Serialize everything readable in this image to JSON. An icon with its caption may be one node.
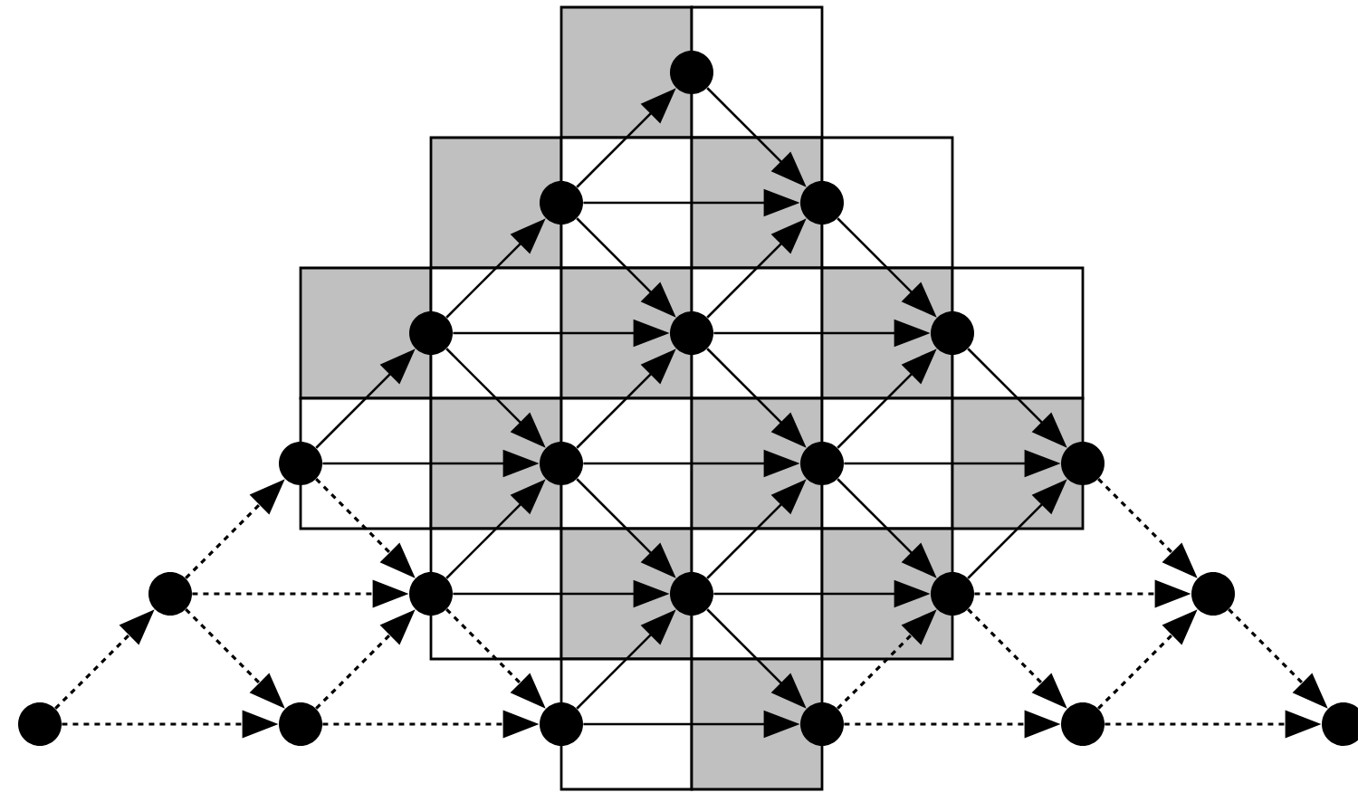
{
  "diagram": {
    "nodes": [
      {
        "text": [],
        "shape": "circle"
      },
      {
        "text": [],
        "shape": "circle"
      },
      {
        "text": [],
        "shape": "circle"
      },
      {
        "text": [],
        "shape": "circle"
      },
      {
        "text": [],
        "shape": "circle"
      },
      {
        "text": [],
        "shape": "circle"
      },
      {
        "text": [],
        "shape": "circle"
      },
      {
        "text": [],
        "shape": "circle"
      },
      {
        "text": [],
        "shape": "circle"
      },
      {
        "text": [],
        "shape": "circle"
      },
      {
        "text": [],
        "shape": "circle"
      },
      {
        "text": [],
        "shape": "circle"
      },
      {
        "text": [],
        "shape": "circle"
      },
      {
        "text": [],
        "shape": "circle"
      },
      {
        "text": [],
        "shape": "circle"
      },
      {
        "text": [],
        "shape": "circle"
      },
      {
        "text": [],
        "shape": "circle"
      },
      {
        "text": [],
        "shape": "circle"
      },
      {
        "text": [],
        "shape": "circle"
      },
      {
        "text": [],
        "shape": "circle"
      },
      {
        "text": [],
        "shape": "circle"
      }
    ],
    "edges": [
      {
        "from": 15,
        "to": 10,
        "arrow": "to",
        "style": "dashed"
      },
      {
        "from": 10,
        "to": 6,
        "arrow": "to",
        "style": "dashed"
      },
      {
        "from": 6,
        "to": 3,
        "arrow": "to"
      },
      {
        "from": 3,
        "to": 1,
        "arrow": "to"
      },
      {
        "from": 1,
        "to": 0,
        "arrow": "to"
      },
      {
        "from": 16,
        "to": 11,
        "arrow": "to",
        "style": "dashed"
      },
      {
        "from": 11,
        "to": 7,
        "arrow": "to"
      },
      {
        "from": 7,
        "to": 4,
        "arrow": "to"
      },
      {
        "from": 4,
        "to": 2,
        "arrow": "to"
      },
      {
        "from": 17,
        "to": 12,
        "arrow": "to"
      },
      {
        "from": 12,
        "to": 8,
        "arrow": "to"
      },
      {
        "from": 8,
        "to": 5,
        "arrow": "to"
      },
      {
        "from": 18,
        "to": 13,
        "arrow": "to",
        "style": "dashed"
      },
      {
        "from": 13,
        "to": 9,
        "arrow": "to"
      },
      {
        "from": 19,
        "to": 14,
        "arrow": "to",
        "style": "dashed"
      },
      {
        "from": 0,
        "to": 2,
        "arrow": "to"
      },
      {
        "from": 1,
        "to": 4,
        "arrow": "to"
      },
      {
        "from": 2,
        "to": 5,
        "arrow": "to"
      },
      {
        "from": 3,
        "to": 7,
        "arrow": "to"
      },
      {
        "from": 4,
        "to": 8,
        "arrow": "to"
      },
      {
        "from": 5,
        "to": 9,
        "arrow": "to"
      },
      {
        "from": 6,
        "to": 11,
        "arrow": "to",
        "style": "dashed"
      },
      {
        "from": 7,
        "to": 12,
        "arrow": "to"
      },
      {
        "from": 8,
        "to": 13,
        "arrow": "to"
      },
      {
        "from": 9,
        "to": 14,
        "arrow": "to",
        "style": "dashed"
      },
      {
        "from": 10,
        "to": 16,
        "arrow": "to",
        "style": "dashed"
      },
      {
        "from": 11,
        "to": 17,
        "arrow": "to",
        "style": "dashed"
      },
      {
        "from": 12,
        "to": 18,
        "arrow": "to"
      },
      {
        "from": 13,
        "to": 19,
        "arrow": "to",
        "style": "dashed"
      },
      {
        "from": 14,
        "to": 20,
        "arrow": "to",
        "style": "dashed"
      },
      {
        "from": 1,
        "to": 2,
        "arrow": "to"
      },
      {
        "from": 3,
        "to": 4,
        "arrow": "to"
      },
      {
        "from": 4,
        "to": 5,
        "arrow": "to"
      },
      {
        "from": 6,
        "to": 7,
        "arrow": "to"
      },
      {
        "from": 7,
        "to": 8,
        "arrow": "to"
      },
      {
        "from": 8,
        "to": 9,
        "arrow": "to"
      },
      {
        "from": 10,
        "to": 11,
        "arrow": "to",
        "style": "dashed"
      },
      {
        "from": 11,
        "to": 12,
        "arrow": "to"
      },
      {
        "from": 12,
        "to": 13,
        "arrow": "to"
      },
      {
        "from": 13,
        "to": 14,
        "arrow": "to",
        "style": "dashed"
      },
      {
        "from": 15,
        "to": 16,
        "arrow": "to",
        "style": "dashed"
      },
      {
        "from": 16,
        "to": 17,
        "arrow": "to",
        "style": "dashed"
      },
      {
        "from": 17,
        "to": 18,
        "arrow": "to"
      },
      {
        "from": 18,
        "to": 19,
        "arrow": "to",
        "style": "dashed"
      },
      {
        "from": 19,
        "to": 20,
        "arrow": "to",
        "style": "dashed"
      }
    ]
  }
}
